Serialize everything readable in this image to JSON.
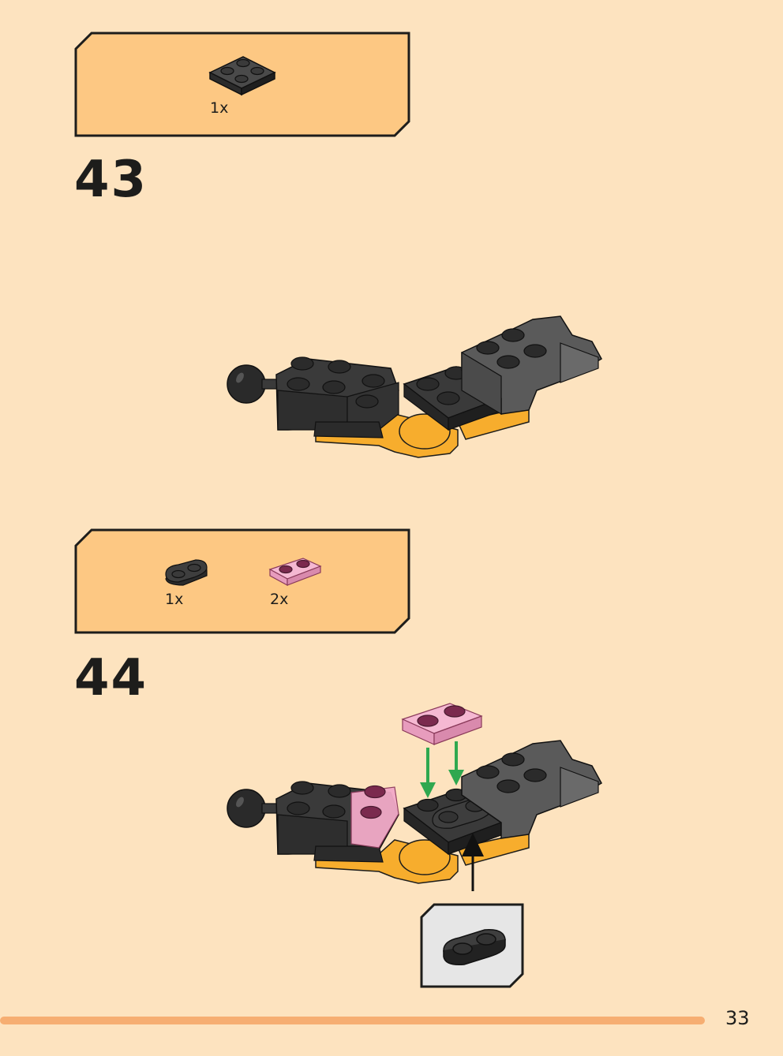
{
  "step43": {
    "number": "43",
    "parts": [
      {
        "icon": "black-2x2-plate-icon",
        "qty": "1x"
      }
    ]
  },
  "step44": {
    "number": "44",
    "parts": [
      {
        "icon": "black-1x2-rounded-plate-icon",
        "qty": "1x"
      },
      {
        "icon": "pink-1x2-plate-icon",
        "qty": "2x"
      }
    ],
    "callout_icon": "black-1x2-rounded-plate-icon"
  },
  "page": {
    "number": "33"
  },
  "colors": {
    "background": "#fde3bf",
    "parts_box": "#fdc883",
    "black_brick": "#3a3a3a",
    "dark_gray_brick": "#5a5a5a",
    "yellow_brick": "#f7ad2d",
    "pink_brick": "#f2aac8",
    "arrow_green": "#2fa84f",
    "accent_bar": "#f6ae72"
  }
}
